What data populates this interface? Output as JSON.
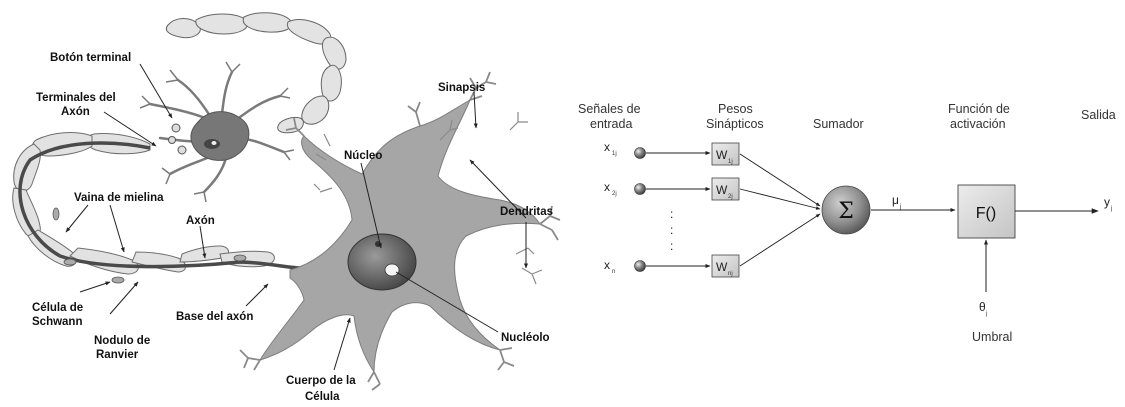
{
  "biological_neuron": {
    "labels": [
      {
        "id": "boton-terminal",
        "text": "Botón terminal"
      },
      {
        "id": "terminales-axon-1",
        "text": "Terminales del"
      },
      {
        "id": "terminales-axon-2",
        "text": "Axón"
      },
      {
        "id": "vaina-mielina",
        "text": "Vaina de mielina"
      },
      {
        "id": "axon",
        "text": "Axón"
      },
      {
        "id": "celula-schwann-1",
        "text": "Célula de"
      },
      {
        "id": "celula-schwann-2",
        "text": "Schwann"
      },
      {
        "id": "nodulo-ranvier-1",
        "text": "Nodulo de"
      },
      {
        "id": "nodulo-ranvier-2",
        "text": "Ranvier"
      },
      {
        "id": "base-axon",
        "text": "Base del axón"
      },
      {
        "id": "nucleo",
        "text": "Núcleo"
      },
      {
        "id": "sinapsis",
        "text": "Sinapsis"
      },
      {
        "id": "dendritas",
        "text": "Dendritas"
      },
      {
        "id": "nucleolo",
        "text": "Nucléolo"
      },
      {
        "id": "cuerpo-celula-1",
        "text": "Cuerpo de la"
      },
      {
        "id": "cuerpo-celula-2",
        "text": "Célula"
      }
    ]
  },
  "artificial_neuron": {
    "headers": {
      "senales_1": "Señales de",
      "senales_2": "entrada",
      "pesos_1": "Pesos",
      "pesos_2": "Sinápticos",
      "sumador": "Sumador",
      "funcion_1": "Función de",
      "funcion_2": "activación",
      "salida": "Salida"
    },
    "inputs": [
      {
        "symbol": "x",
        "sub": "1j"
      },
      {
        "symbol": "x",
        "sub": "2j"
      },
      {
        "symbol": "x",
        "sub": "n"
      }
    ],
    "weights": [
      {
        "symbol": "W",
        "sub": "1j"
      },
      {
        "symbol": "W",
        "sub": "2j"
      },
      {
        "symbol": "W",
        "sub": "nj"
      }
    ],
    "ellipsis": ":",
    "summer_symbol": "Σ",
    "net": {
      "symbol": "μ",
      "sub": "j"
    },
    "activation_label": "F()",
    "output": {
      "symbol": "y",
      "sub": "j"
    },
    "threshold": {
      "symbol": "θ",
      "sub": "j"
    },
    "umbral": "Umbral"
  },
  "colors": {
    "tissue": "#a9a9a9",
    "tissue_dark": "#7d7d7d",
    "myelin": "#e1e1e1",
    "box_fill": "#d9d9d9",
    "line": "#222222"
  }
}
